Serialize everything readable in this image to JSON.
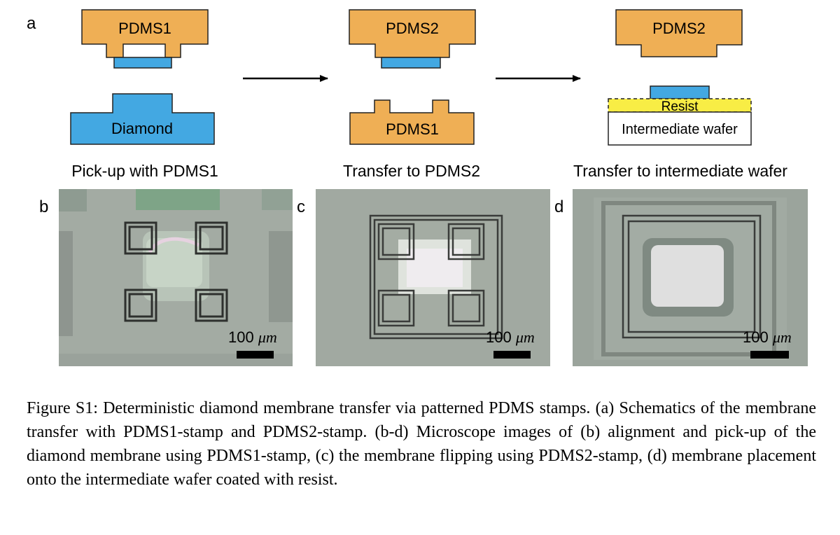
{
  "colors": {
    "pdms": "#efaf55",
    "diamond": "#43a8e2",
    "resist": "#f8ed45"
  },
  "panel_a": {
    "letter": "a",
    "steps": [
      {
        "caption": "Pick-up with PDMS1",
        "top_block": "PDMS1",
        "bottom_block": "Diamond"
      },
      {
        "caption": "Transfer to PDMS2",
        "top_block": "PDMS2",
        "bottom_block": "PDMS1"
      },
      {
        "caption": "Transfer to intermediate wafer",
        "top_block": "PDMS2",
        "resist_label": "Resist",
        "wafer_label": "Intermediate wafer"
      }
    ]
  },
  "micrographs": [
    {
      "letter": "b",
      "scale_number": "100",
      "scale_unit": "μm"
    },
    {
      "letter": "c",
      "scale_number": "100",
      "scale_unit": "μm"
    },
    {
      "letter": "d",
      "scale_number": "100",
      "scale_unit": "μm"
    }
  ],
  "caption": "Figure S1:  Deterministic diamond membrane transfer via patterned PDMS stamps.  (a) Schematics of the membrane transfer with PDMS1-stamp and PDMS2-stamp.  (b-d) Microscope images of (b) alignment and pick-up of the diamond membrane using PDMS1-stamp, (c) the membrane flipping using PDMS2-stamp, (d) membrane placement onto the intermediate wafer coated with resist."
}
